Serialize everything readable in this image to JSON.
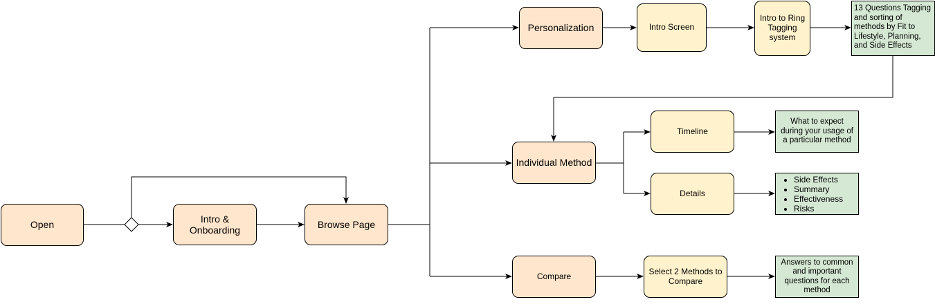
{
  "nodes": {
    "open": "Open",
    "intro_onboarding": "Intro & Onboarding",
    "browse_page": "Browse Page",
    "personalization": "Personalization",
    "intro_screen": "Intro Screen",
    "intro_ring": "Intro to Ring Tagging system",
    "questions": "13 Questions Tagging and sorting of methods by Fit to Lifestyle, Planning, and Side Effects",
    "individual_method": "Individual Method",
    "timeline": "Timeline",
    "timeline_note": "What to expect during your usage of a particular method",
    "details": "Details",
    "details_items": [
      "Side Effects",
      "Summary",
      "Effectiveness",
      "Risks"
    ],
    "compare": "Compare",
    "select_methods": "Select 2 Methods to Compare",
    "answers_note": "Answers to common and important questions for each method"
  },
  "colors": {
    "orange_fill": "#ffe6cc",
    "yellow_fill": "#fff2cc",
    "green_fill": "#d5e8d4",
    "stroke": "#000000"
  }
}
